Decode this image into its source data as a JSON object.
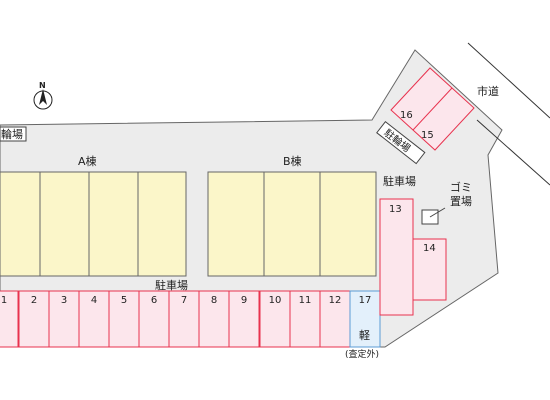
{
  "north_label": "N",
  "road_label": "市道",
  "bike_parking_left": "輪場",
  "bike_parking_right": "駐輪場",
  "building_a": "A棟",
  "building_b": "B棟",
  "parking_top_right": "駐車場",
  "parking_bottom": "駐車場",
  "garbage_label": [
    "ゴミ",
    "置場"
  ],
  "kei_label": "軽",
  "exempt_label": "(査定外)",
  "parking_numbers": [
    "1",
    "2",
    "3",
    "4",
    "5",
    "6",
    "7",
    "8",
    "9",
    "10",
    "11",
    "12",
    "17"
  ],
  "parking_right_numbers": [
    "13",
    "14"
  ],
  "parking_corner_numbers": [
    "16",
    "15"
  ],
  "colors": {
    "building_fill": "#fbf6c9",
    "lot_fill": "#fce6ec",
    "lot_stroke": "#e8324e",
    "kei_fill": "#e3f0fb",
    "kei_stroke": "#5b9bd5",
    "ground_fill": "#ececec"
  }
}
